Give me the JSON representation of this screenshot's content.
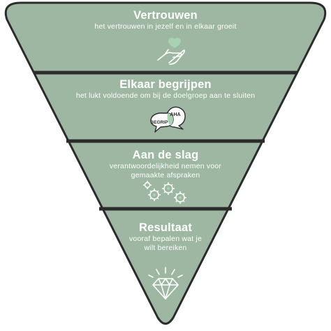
{
  "diagram": {
    "colors": {
      "fill": "#9db7a2",
      "outline": "#2b2b2b",
      "text": "#ffffff",
      "accent": "#a7d3b0"
    },
    "levels": [
      {
        "title": "Vertrouwen",
        "subtitle": [
          "het vertrouwen in jezelf en in elkaar groeit"
        ],
        "icon": "heart-hand-icon"
      },
      {
        "title": "Elkaar begrijpen",
        "subtitle": [
          "het lukt voldoende om bij de doelgroep aan te sluiten"
        ],
        "icon": "speech-bubbles-icon",
        "bubble_labels": [
          "AHA",
          "BEGRIP"
        ]
      },
      {
        "title": "Aan de slag",
        "subtitle": [
          "verantwoordelijkheid nemen voor",
          "gemaakte afspraken"
        ],
        "icon": "gears-icon"
      },
      {
        "title": "Resultaat",
        "subtitle": [
          "vooraf bepalen wat je",
          "wilt bereiken"
        ],
        "icon": "diamond-icon"
      }
    ]
  }
}
